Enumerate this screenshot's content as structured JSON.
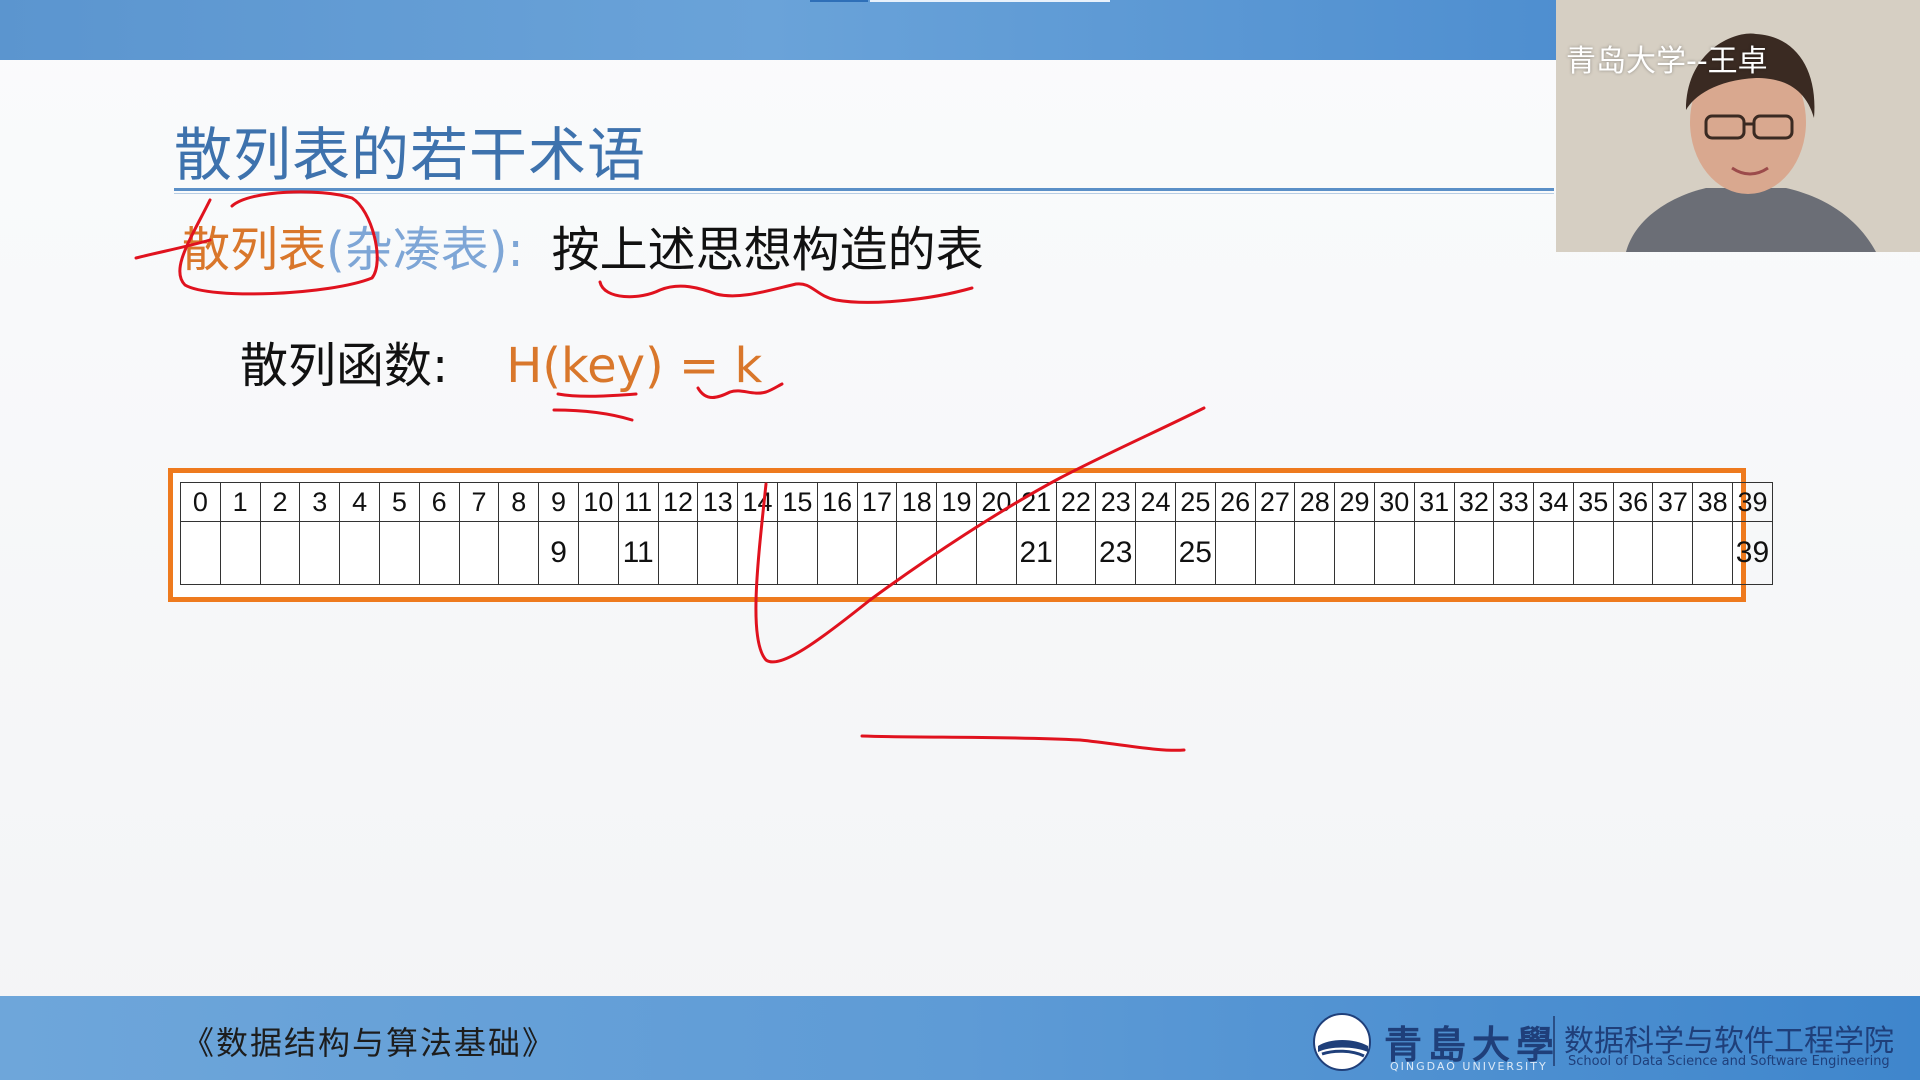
{
  "slide": {
    "title": "散列表的若干术语",
    "definition": {
      "term": "散列表",
      "paren": "(杂凑表)",
      "colon": ":",
      "description": "按上述思想构造的表"
    },
    "function": {
      "label": "散列函数:",
      "formula": "H(key) = k"
    },
    "hash_table": {
      "indices": [
        "0",
        "1",
        "2",
        "3",
        "4",
        "5",
        "6",
        "7",
        "8",
        "9",
        "10",
        "11",
        "12",
        "13",
        "14",
        "15",
        "16",
        "17",
        "18",
        "19",
        "20",
        "21",
        "22",
        "23",
        "24",
        "25",
        "26",
        "27",
        "28",
        "29",
        "30",
        "31",
        "32",
        "33",
        "34",
        "35",
        "36",
        "37",
        "38",
        "39"
      ],
      "values": [
        "",
        "",
        "",
        "",
        "",
        "",
        "",
        "",
        "",
        "9",
        "",
        "11",
        "",
        "",
        "",
        "",
        "",
        "",
        "",
        "",
        "",
        "21",
        "",
        "23",
        "",
        "25",
        "",
        "",
        "",
        "",
        "",
        "",
        "",
        "",
        "",
        "",
        "",
        "",
        "",
        "39"
      ]
    }
  },
  "webcam": {
    "caption": "青岛大学--王卓"
  },
  "footer": {
    "course_title": "《数据结构与算法基础》",
    "university_name": "青島大學",
    "university_en": "QINGDAO UNIVERSITY",
    "school_cn": "数据科学与软件工程学院",
    "school_en": "School of Data Science and Software Engineering"
  },
  "colors": {
    "title": "#3e72ad",
    "accent_orange": "#d9772b",
    "table_border": "#ee7a1e",
    "annotation_red": "#e0121e",
    "banner_blue": "#5e9bd6"
  }
}
